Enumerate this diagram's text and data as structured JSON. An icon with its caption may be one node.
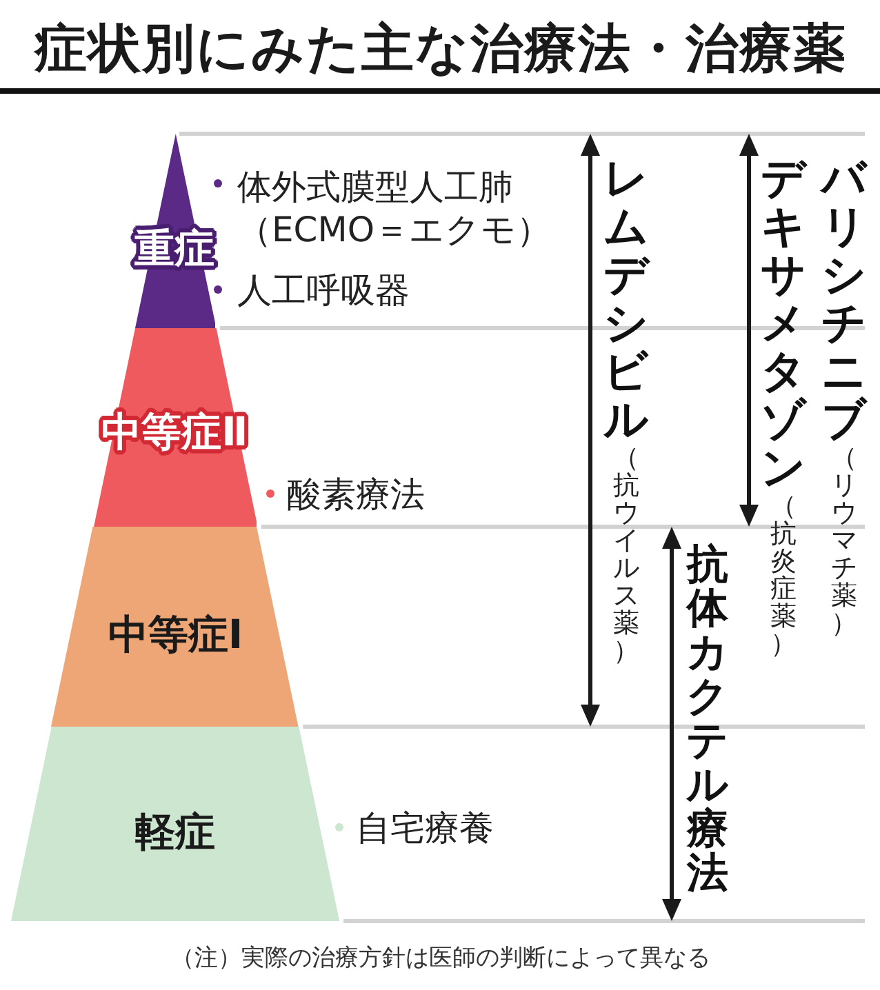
{
  "diagram": {
    "title": "症状別にみた主な治療法・治療薬",
    "caption": "（注）実際の治療方針は医師の判断によって異なる",
    "nodes": [
      {
        "text": [
          "重症"
        ],
        "beside": [
          "体外式膜型人工肺（ECMO＝エクモ）",
          "人工呼吸器"
        ]
      },
      {
        "text": [
          "中等症Ⅱ"
        ],
        "beside": [
          "酸素療法"
        ]
      },
      {
        "text": [
          "中等症Ⅰ"
        ]
      },
      {
        "text": [
          "軽症"
        ],
        "beside": [
          "自宅療養"
        ]
      }
    ],
    "labels": [
      "**レムデシビル**（抗ウイルス薬）",
      "**デキサメタゾン**（抗炎症薬）",
      "**バリシチニブ**（リウマチ薬）",
      "抗体カクテル療法"
    ]
  }
}
